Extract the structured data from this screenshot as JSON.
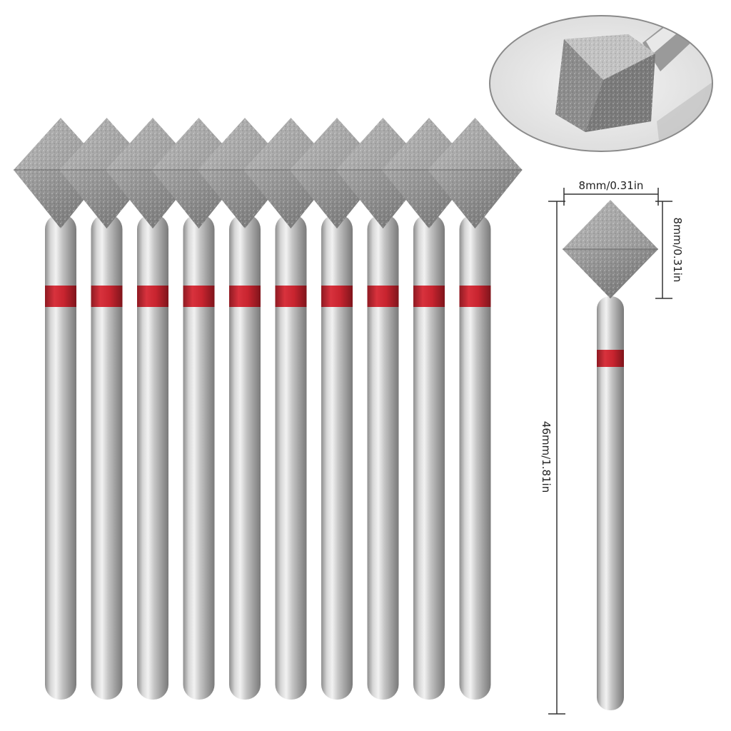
{
  "product": {
    "bit_count": 10,
    "band_color": "#c8242f",
    "head_shape": "double-cone-diamond",
    "material_look": "diamond-grit-silver"
  },
  "dimensions": {
    "head_width": "8mm/0.31in",
    "head_height": "8mm/0.31in",
    "total_length": "46mm/1.81in"
  },
  "inset": {
    "shows": "close-up-of-head"
  }
}
